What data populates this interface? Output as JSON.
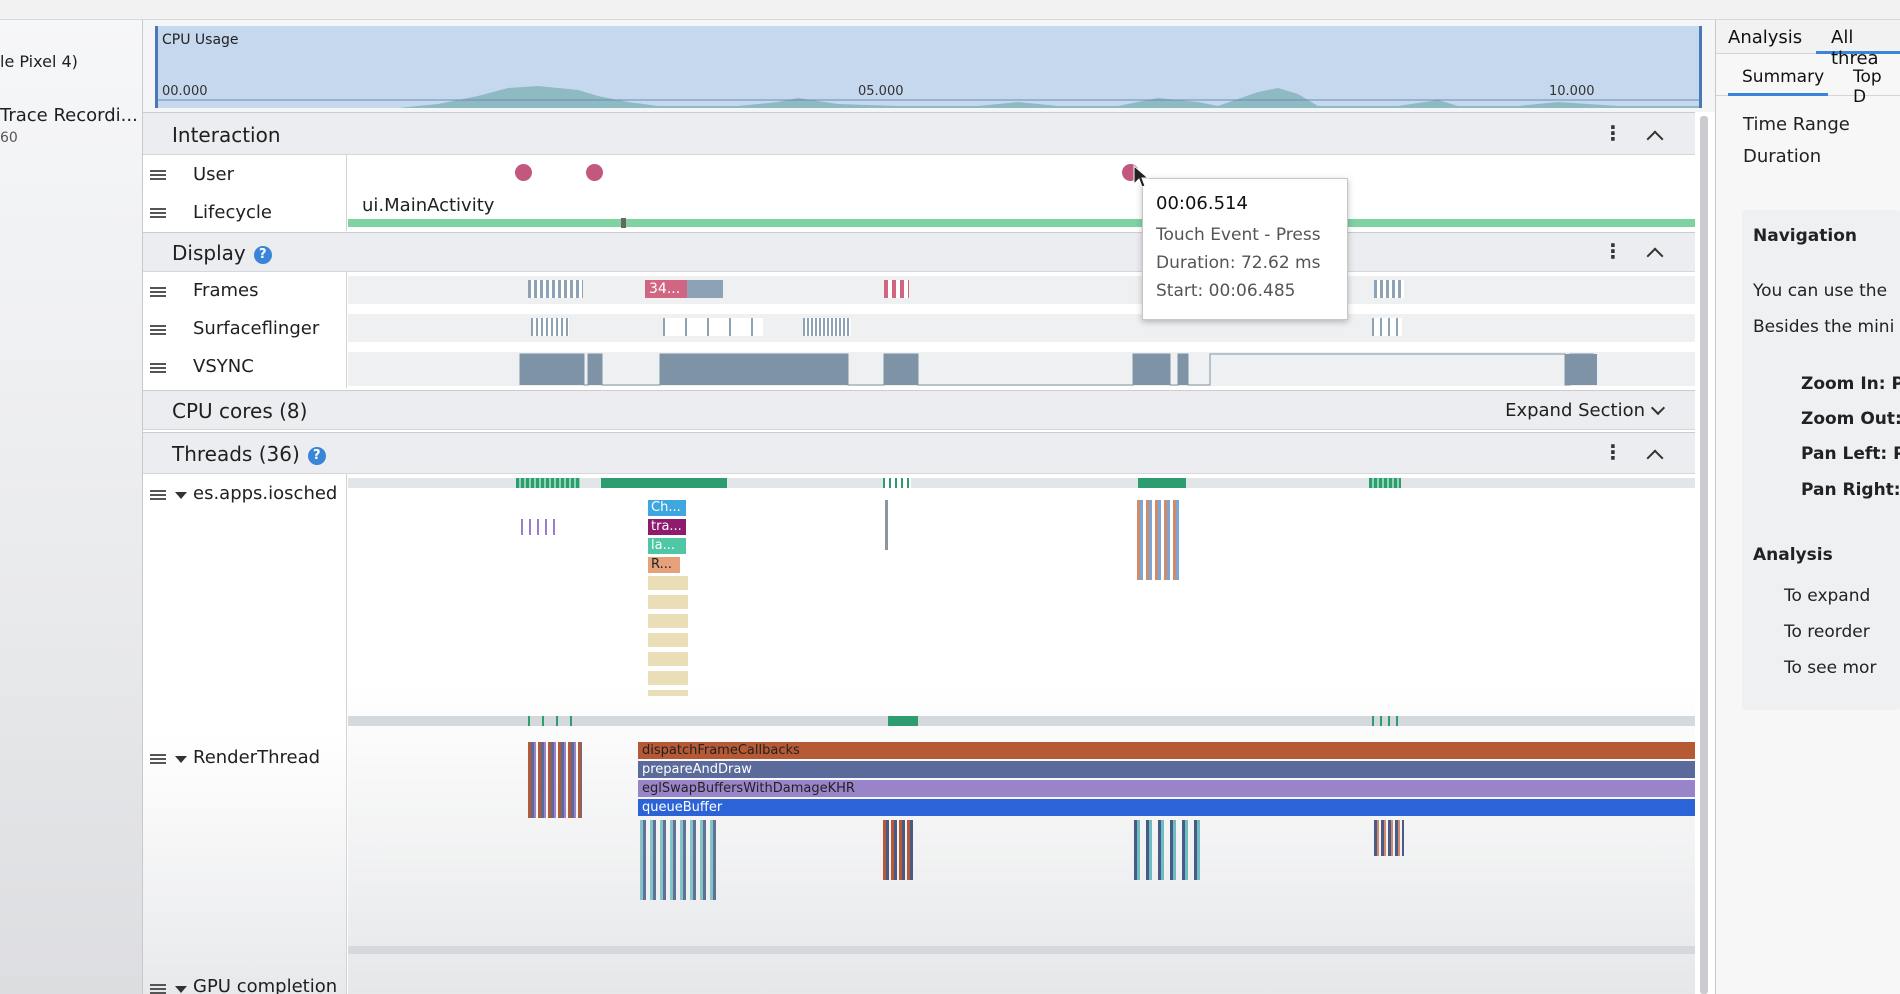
{
  "device": {
    "name_fragment": "le Pixel 4)",
    "recording_title": "Trace Recordi...",
    "recording_sub": "60"
  },
  "cpu_usage": {
    "title": "CPU Usage",
    "ticks": [
      "00.000",
      "05.000",
      "10.000"
    ]
  },
  "sections": {
    "interaction": {
      "title": "Interaction",
      "rows": [
        "User",
        "Lifecycle"
      ],
      "lifecycle_label": "ui.MainActivity"
    },
    "display": {
      "title": "Display",
      "rows": [
        "Frames",
        "Surfaceflinger",
        "VSYNC"
      ],
      "frame_label": "34..."
    },
    "cpu_cores": {
      "title": "CPU cores (8)",
      "expand_label": "Expand Section"
    },
    "threads": {
      "title": "Threads (36)",
      "rows": [
        "es.apps.iosched",
        "RenderThread",
        "GPU completion"
      ]
    }
  },
  "main_thread_slices": [
    "Ch...",
    "tra...",
    "la...",
    "R..."
  ],
  "render_thread_slices": [
    "dispatchFrameCallbacks",
    "prepareAndDraw",
    "eglSwapBuffersWithDamageKHR",
    "queueBuffer"
  ],
  "tooltip": {
    "time": "00:06.514",
    "event": "Touch Event - Press",
    "duration": "Duration: 72.62 ms",
    "start": "Start: 00:06.485"
  },
  "right_panel": {
    "tabs": [
      "Analysis",
      "All threa"
    ],
    "subtabs": [
      "Summary",
      "Top D"
    ],
    "fields": [
      "Time Range",
      "Duration"
    ],
    "navigation": {
      "heading": "Navigation",
      "lines": [
        "You can use the",
        "Besides the mini"
      ]
    },
    "shortcuts": [
      "Zoom In: P",
      "Zoom Out:",
      "Pan Left: P",
      "Pan Right:"
    ],
    "analysis": {
      "heading": "Analysis",
      "lines": [
        "To expand",
        "To reorder",
        "To see mor"
      ]
    }
  },
  "colors": {
    "accent": "#3b85d8",
    "lifecycle_bar": "#7fd3a1",
    "user_event": "#c2577f",
    "vsync": "#7e93a6"
  }
}
